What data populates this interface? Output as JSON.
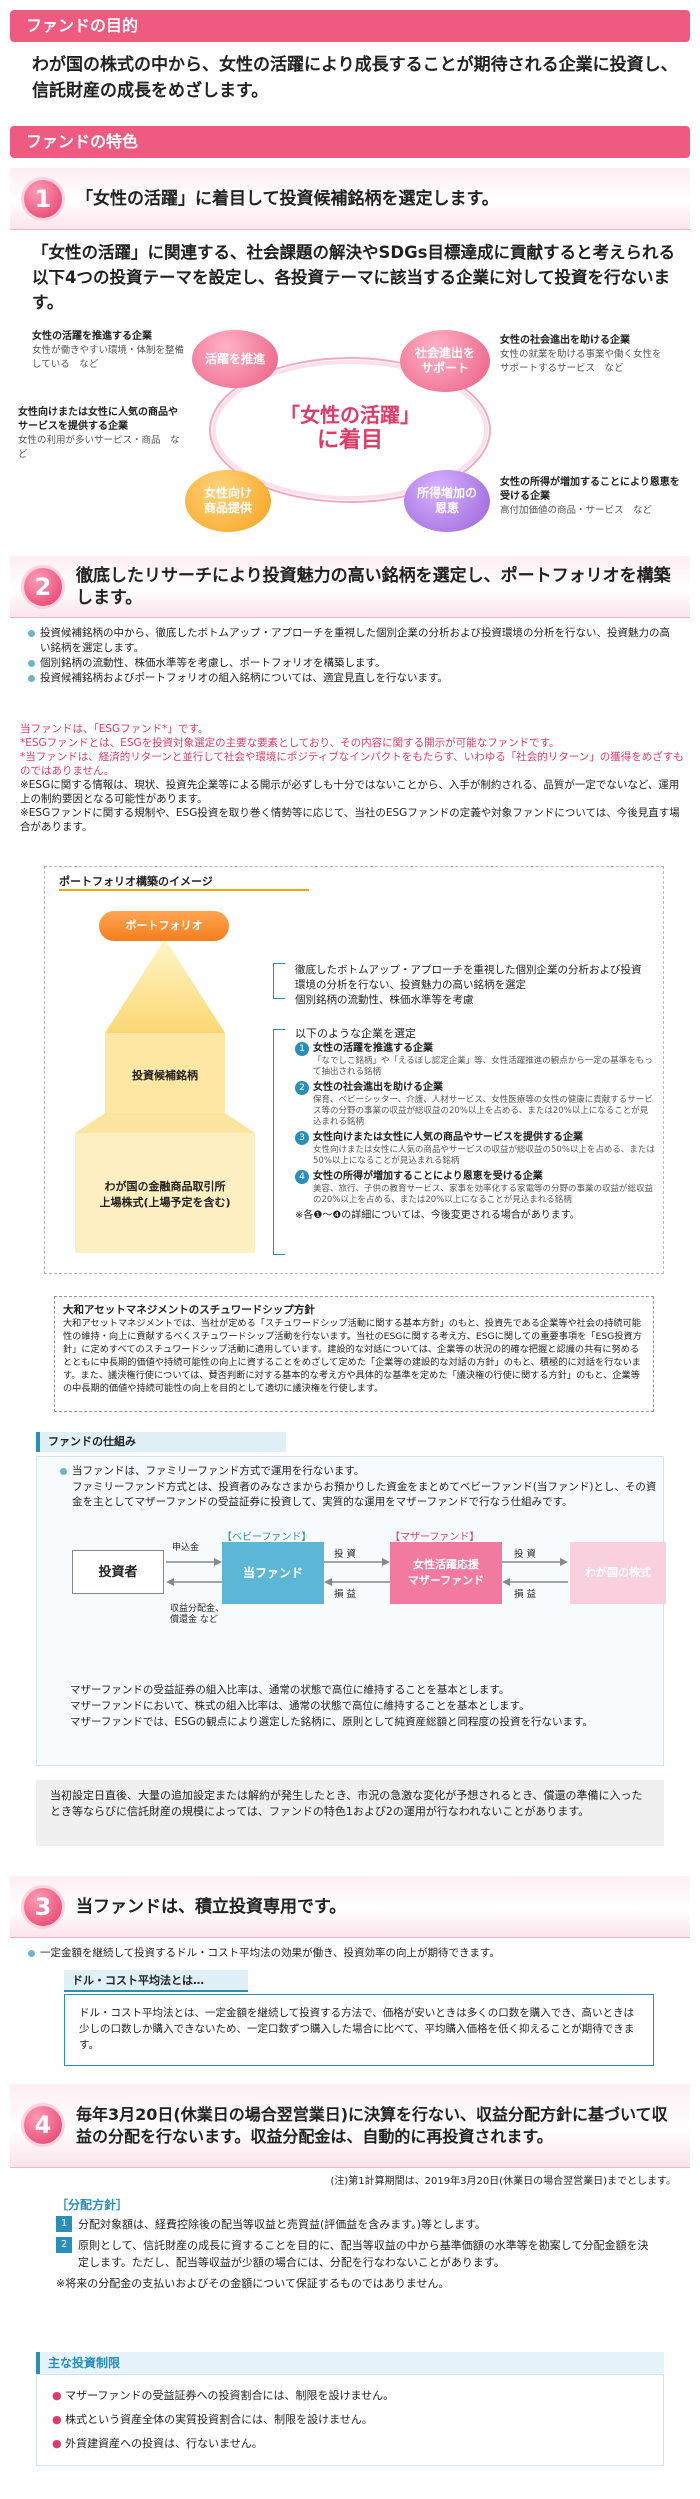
{
  "purpose": {
    "heading": "ファンドの目的",
    "text": "わが国の株式の中から、女性の活躍により成長することが期待される企業に投資し、信託財産の成長をめざします。"
  },
  "features": {
    "heading": "ファンドの特色",
    "f1": {
      "num": "1",
      "title": "「女性の活躍」に着目して投資候補銘柄を選定します。",
      "intro": "「女性の活躍」に関連する、社会課題の解決やSDGs目標達成に貢献すると考えられる以下4つの投資テーマを設定し、各投資テーマに該当する企業に対して投資を行ないます。",
      "center1": "「女性の活躍」",
      "center2": "に着目",
      "bubbles": [
        "活躍を推進",
        "社会進出を\nサポート",
        "女性向け\n商品提供",
        "所得増加の\n恩恵"
      ],
      "labels": [
        {
          "title": "女性の活躍を推進する企業",
          "sub": "女性が働きやすい環境・体制を整備している　など"
        },
        {
          "title": "女性の社会進出を助ける企業",
          "sub": "女性の就業を助ける事業や働く女性をサポートするサービス　など"
        },
        {
          "title": "女性向けまたは女性に人気の商品やサービスを提供する企業",
          "sub": "女性の利用が多いサービス・商品　など"
        },
        {
          "title": "女性の所得が増加することにより恩恵を受ける企業",
          "sub": "高付加価値の商品・サービス　など"
        }
      ]
    },
    "f2": {
      "num": "2",
      "title": "徹底したリサーチにより投資魅力の高い銘柄を選定し、ポートフォリオを構築します。",
      "bullets": [
        "投資候補銘柄の中から、徹底したボトムアップ・アプローチを重視した個別企業の分析および投資環境の分析を行ない、投資魅力の高い銘柄を選定します。",
        "個別銘柄の流動性、株価水準等を考慮し、ポートフォリオを構築します。",
        "投資候補銘柄およびポートフォリオの組入銘柄については、適宜見直しを行ないます。"
      ]
    },
    "f3": {
      "num": "3",
      "title": "当ファンドは、積立投資専用です。",
      "bullet": "一定金額を継続して投資するドル・コスト平均法の効果が働き、投資効率の向上が期待できます。",
      "dca_title": "ドル・コスト平均法とは…",
      "dca_text": "ドル・コスト平均法とは、一定金額を継続して投資する方法で、価格が安いときは多くの口数を購入でき、高いときは少しの口数しか購入できないため、一定口数ずつ購入した場合に比べて、平均購入価格を低く抑えることが期待できます。"
    },
    "f4": {
      "num": "4",
      "title": "毎年3月20日(休業日の場合翌営業日)に決算を行ない、収益分配方針に基づいて収益の分配を行ないます。収益分配金は、自動的に再投資されます。",
      "note": "(注)第1計算期間は、2019年3月20日(休業日の場合翌営業日)までとします。"
    }
  },
  "esg_notes": [
    "当ファンドは、「ESGファンド*」です。",
    "*ESGファンドとは、ESGを投資対象選定の主要な要素としており、その内容に関する開示が可能なファンドです。",
    "*当ファンドは、経済的リターンと並行して社会や環境にポジティブなインパクトをもたらす、いわゆる「社会的リターン」の獲得をめざすものではありません。",
    "※ESGに関する情報は、現状、投資先企業等による開示が必ずしも十分ではないことから、入手が制約される、品質が一定でないなど、運用上の制約要因となる可能性があります。",
    "※ESGファンドに関する規制や、ESG投資を取り巻く情勢等に応じて、当社のESGファンドの定義や対象ファンドについては、今後見直す場合があります。"
  ],
  "portfolio": {
    "title": "ポートフォリオ構築のイメージ",
    "top": "ポートフォリオ",
    "mid": "投資候補銘柄",
    "bottom": "わが国の金融商品取引所\n上場株式(上場予定を含む)",
    "right_bullets": [
      "徹底したボトムアップ・アプローチを重視した個別企業の分析および投資環境の分析を行ない、投資魅力の高い銘柄を選定",
      "個別銘柄の流動性、株価水準等を考慮"
    ],
    "select_head": "以下のような企業を選定",
    "steps": [
      {
        "n": "1",
        "t": "女性の活躍を推進する企業",
        "d": "「なでしこ銘柄」や「えるぼし認定企業」等、女性活躍推進の観点から一定の基準をもって抽出される銘柄"
      },
      {
        "n": "2",
        "t": "女性の社会進出を助ける企業",
        "d": "保育、ベビーシッター、介護、人材サービス、女性医療等の女性の健康に貢献するサービス等の分野の事業の収益が総収益の20%以上を占める、または20%以上になることが見込まれる銘柄"
      },
      {
        "n": "3",
        "t": "女性向けまたは女性に人気の商品やサービスを提供する企業",
        "d": "女性向けまたは女性に人気の商品やサービスの収益が総収益の50%以上を占める、または50%以上になることが見込まれる銘柄"
      },
      {
        "n": "4",
        "t": "女性の所得が増加することにより恩恵を受ける企業",
        "d": "美容、旅行、子供の教育サービス、家事を効率化する家電等の分野の事業の収益が総収益の20%以上を占める、または20%以上になることが見込まれる銘柄"
      }
    ],
    "steps_note": "※各❶～❹の詳細については、今後変更される場合があります。"
  },
  "stewardship": {
    "title": "大和アセットマネジメントのスチュワードシップ方針",
    "text": "大和アセットマネジメントでは、当社が定める「スチュワードシップ活動に関する基本方針」のもと、投資先である企業等や社会の持続可能性の維持・向上に貢献するべくスチュワードシップ活動を行ないます。当社のESGに関する考え方、ESGに関しての重要事項を「ESG投資方針」に定めすべてのスチュワードシップ活動に適用しています。建設的な対話については、企業等の状況の的確な把握と認識の共有に努めるとともに中長期的価値や持続可能性の向上に資することをめざして定めた「企業等の建設的な対話の方針」のもと、積極的に対話を行ないます。また、議決権行使については、賛否判断に対する基本的な考え方や具体的な基準を定めた「議決権の行使に関する方針」のもと、企業等の中長期的価値や持続可能性の向上を目的として適切に議決権を行使します。"
  },
  "scheme": {
    "head": "ファンドの仕組み",
    "intro1": "当ファンドは、ファミリーファンド方式で運用を行ないます。",
    "intro2": "ファミリーファンド方式とは、投資者のみなさまからお預かりした資金をまとめてベビーファンド(当ファンド)とし、その資金を主としてマザーファンドの受益証券に投資して、実質的な運用をマザーファンドで行なう仕組みです。",
    "investor": "投資者",
    "baby_tag": "【ベビーファンド】",
    "baby": "当ファンド",
    "mother_tag": "【マザーファンド】",
    "mother": "女性活躍応援\nマザーファンド",
    "market": "わが国の株式",
    "arrow_apply": "申込金",
    "arrow_return": "収益分配金、\n償還金 など",
    "invest": "投 資",
    "gain": "損 益",
    "bullets": [
      "マザーファンドの受益証券の組入比率は、通常の状態で高位に維持することを基本とします。",
      "マザーファンドにおいて、株式の組入比率は、通常の状態で高位に維持することを基本とします。",
      "マザーファンドでは、ESGの観点により選定した銘柄に、原則として純資産総額と同程度の投資を行ないます。"
    ],
    "risk_note": "当初設定日直後、大量の追加設定または解約が発生したとき、市況の急激な変化が予想されるとき、償還の準備に入ったとき等ならびに信託財産の規模によっては、ファンドの特色1および2の運用が行なわれないことがあります。"
  },
  "distribution": {
    "head": "［分配方針］",
    "items": [
      {
        "n": "1",
        "t": "分配対象額は、経費控除後の配当等収益と売買益(評価益を含みます。)等とします。"
      },
      {
        "n": "2",
        "t": "原則として、信託財産の成長に資することを目的に、配当等収益の中から基準価額の水準等を勘案して分配金額を決定します。ただし、配当等収益が少額の場合には、分配を行なわないことがあります。"
      }
    ],
    "note": "※将来の分配金の支払いおよびその金額について保証するものではありません。"
  },
  "limits": {
    "head": "主な投資制限",
    "items": [
      "マザーファンドの受益証券への投資割合には、制限を設けません。",
      "株式という資産全体の実質投資割合には、制限を設けません。",
      "外貨建資産への投資は、行ないません。"
    ]
  },
  "colors": {
    "accent": "#ef5a80",
    "blue": "#2a8fb8"
  }
}
